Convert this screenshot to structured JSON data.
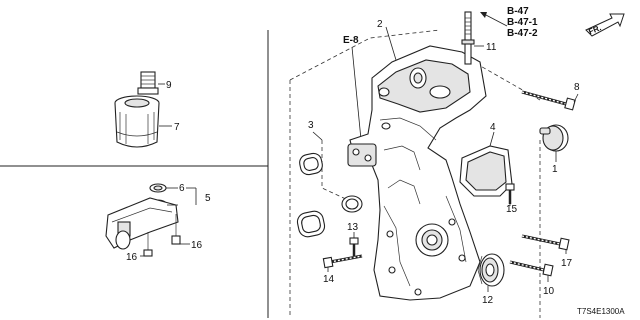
{
  "diagram": {
    "callouts": {
      "c1": "1",
      "c2": "2",
      "c3": "3",
      "c4": "4",
      "c5": "5",
      "c6": "6",
      "c7": "7",
      "c8": "8",
      "c9": "9",
      "c10": "10",
      "c11": "11",
      "c12": "12",
      "c13": "13",
      "c14": "14",
      "c15": "15",
      "c16a": "16",
      "c16b": "16",
      "c17": "17"
    },
    "references": {
      "e8": "E-8",
      "b47": "B-47",
      "b471": "B-47-1",
      "b472": "B-47-2"
    },
    "direction": "FR.",
    "drawing_code": "T7S4E1300A"
  }
}
